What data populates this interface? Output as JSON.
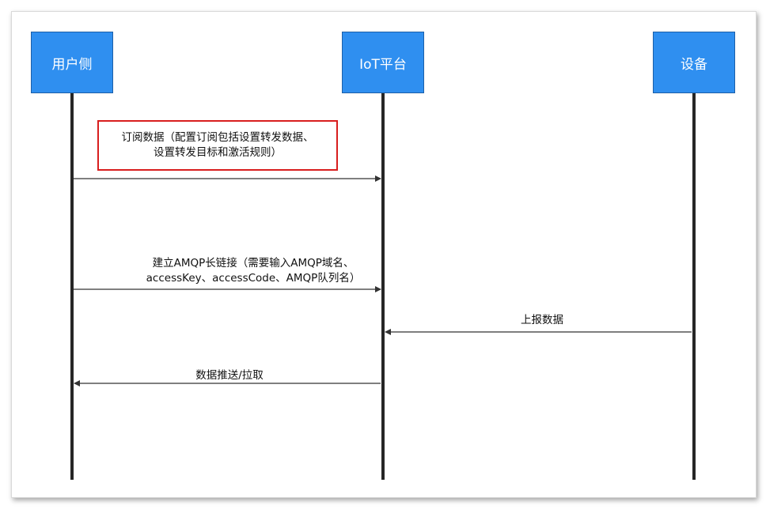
{
  "actors": [
    {
      "label": "用户侧"
    },
    {
      "label": "IoT平台"
    },
    {
      "label": "设备"
    }
  ],
  "messages": [
    {
      "from": "用户侧",
      "to": "IoT平台",
      "lines": [
        "订阅数据（配置订阅包括设置转发数据、",
        "设置转发目标和激活规则）"
      ],
      "highlighted": true
    },
    {
      "from": "用户侧",
      "to": "IoT平台",
      "lines": [
        "建立AMQP长链接（需要输入AMQP域名、",
        "accessKey、accessCode、AMQP队列名）"
      ],
      "highlighted": false
    },
    {
      "from": "设备",
      "to": "IoT平台",
      "lines": [
        "上报数据"
      ],
      "highlighted": false
    },
    {
      "from": "IoT平台",
      "to": "用户侧",
      "lines": [
        "数据推送/拉取"
      ],
      "highlighted": false
    }
  ],
  "colors": {
    "actor_fill": "#2f8ff0",
    "highlight_border": "#d81e1e",
    "lifeline": "#262626",
    "arrow": "#333333"
  }
}
